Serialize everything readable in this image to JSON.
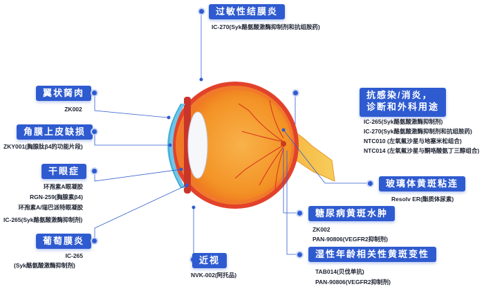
{
  "categories": [
    {
      "id": "allergic",
      "title": "过敏性结膜炎",
      "drugs": [
        "IC-270(Syk酪氨酸激酶抑制剂和抗组胺药)"
      ]
    },
    {
      "id": "pterygium",
      "title": "翼状胬肉",
      "drugs": [
        "ZK002"
      ]
    },
    {
      "id": "epithelial",
      "title": "角膜上皮缺损",
      "drugs": [
        "ZKY001(胸腺肽β4的功能片段)"
      ]
    },
    {
      "id": "dryeye",
      "title": "干眼症",
      "drugs": [
        "环孢素A眼凝胶",
        "RGN-259(胸腺素β4)",
        "环孢素A/瑞巴派特眼凝胶",
        "IC-265(Syk酪氨酸激酶抑制剂)"
      ]
    },
    {
      "id": "uveitis",
      "title": "葡萄膜炎",
      "drugs": [
        "IC-265",
        "(Syk酪氨酸激酶抑制剂)"
      ]
    },
    {
      "id": "myopia",
      "title": "近视",
      "drugs": [
        "NVK-002(阿托品)"
      ]
    },
    {
      "id": "anti_infect",
      "title_lines": [
        "抗感染/消炎，",
        "诊断和外科用途"
      ],
      "drugs": [
        "IC-265(Syk酪氨酸激酶抑制剂)",
        "IC-270(Syk酪氨酸激酶抑制剂和抗组胺药)",
        "NTC010 (左氧氟沙星与地塞米松组合)",
        "NTC014 (左氧氟沙星与酮咯酸氨丁三醇组合)"
      ]
    },
    {
      "id": "vitreo",
      "title": "玻璃体黄斑粘连",
      "drugs": [
        "Resolv ER(酯质体尿素)"
      ]
    },
    {
      "id": "dme",
      "title": "糖尿病黄斑水肿",
      "drugs": [
        "ZK002",
        "PAN-90806(VEGFR2抑制剂)"
      ]
    },
    {
      "id": "amd",
      "title": "湿性年龄相关性黄斑变性",
      "drugs": [
        "TAB014(贝伐单抗)",
        "PAN-90806(VEGFR2抑制剂)"
      ]
    }
  ],
  "colors": {
    "accent": "#2f5bd0",
    "eye_orange": "#f28c1e",
    "eye_red": "#e2422b",
    "cornea_blue": "#6fc6e8"
  }
}
